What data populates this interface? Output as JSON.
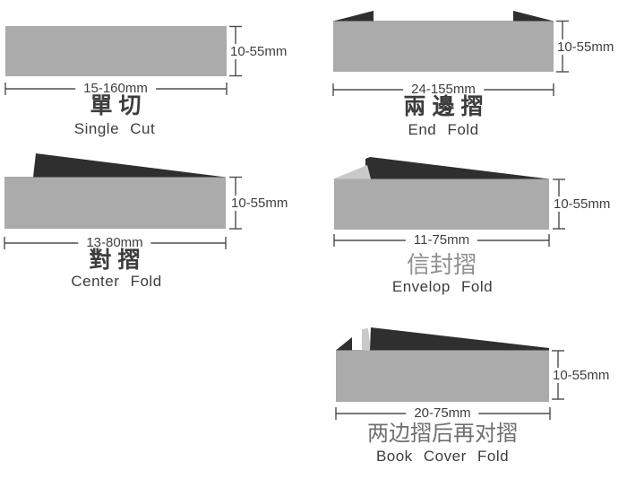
{
  "page": {
    "title": "Label fold types diagram",
    "background": "#ffffff"
  },
  "colors": {
    "label_body_gray": "#ababab",
    "fold_flap_dark": "#2f2f2f",
    "fold_flap_light": "#c9c9c9",
    "dimension_line": "#4d4d4d",
    "text_dark": "#3d3d3d",
    "text_gray_envelop": "#8f8f8f",
    "text_gray_bookcover": "#707070"
  },
  "diagrams": [
    {
      "id": "single-cut",
      "title_zh": "單 切",
      "title_en": "Single Cut",
      "width_range": "15-160mm",
      "height_range": "10-55mm"
    },
    {
      "id": "end-fold",
      "title_zh": "兩 邊 摺",
      "title_en": "End Fold",
      "width_range": "24-155mm",
      "height_range": "10-55mm"
    },
    {
      "id": "center-fold",
      "title_zh": "對 摺",
      "title_en": "Center Fold",
      "width_range": "13-80mm",
      "height_range": "10-55mm"
    },
    {
      "id": "envelop-fold",
      "title_zh": "信封摺",
      "title_en": "Envelop Fold",
      "width_range": "11-75mm",
      "height_range": "10-55mm"
    },
    {
      "id": "book-cover-fold",
      "title_zh": "两边摺后再对摺",
      "title_en": "Book Cover Fold",
      "width_range": "20-75mm",
      "height_range": "10-55mm"
    }
  ]
}
